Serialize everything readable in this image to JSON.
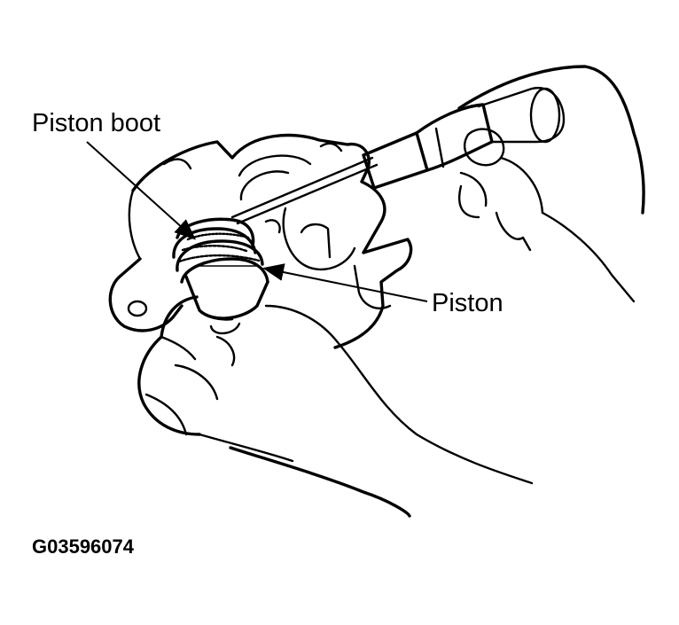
{
  "callouts": {
    "piston_boot": "Piston boot",
    "piston": "Piston"
  },
  "figure_id": "G03596074",
  "colors": {
    "ink": "#000000",
    "background": "#ffffff"
  }
}
